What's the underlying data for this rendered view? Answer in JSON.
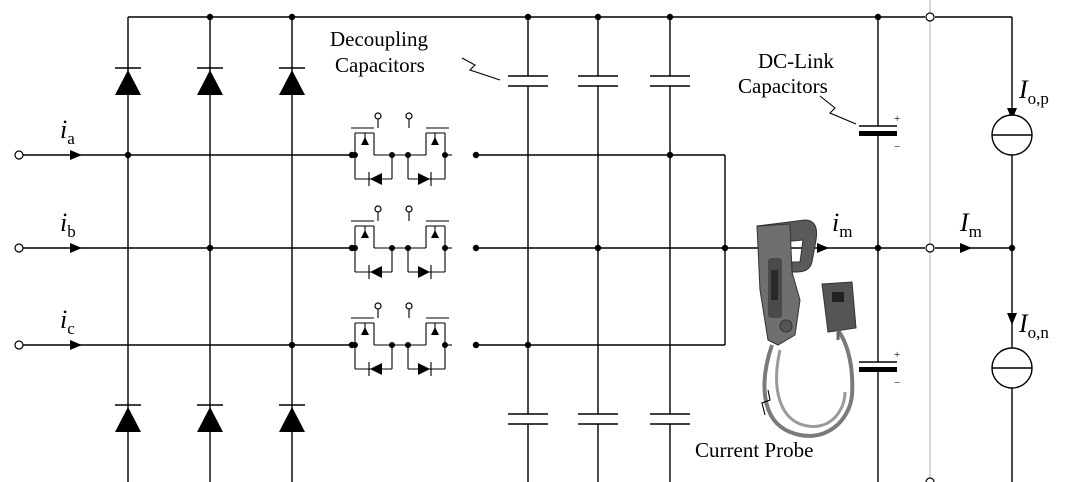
{
  "labels": {
    "decoupling_line1": "Decoupling",
    "decoupling_line2": "Capacitors",
    "dclink_line1": "DC-Link",
    "dclink_line2": "Capacitors",
    "current_probe": "Current Probe"
  },
  "symbols": {
    "ia": {
      "main": "i",
      "sub": "a"
    },
    "ib": {
      "main": "i",
      "sub": "b"
    },
    "ic": {
      "main": "i",
      "sub": "c"
    },
    "im": {
      "main": "i",
      "sub": "m"
    },
    "Im": {
      "main": "I",
      "sub": "m"
    },
    "Iop": {
      "main": "I",
      "sub": "o,p"
    },
    "Ion": {
      "main": "I",
      "sub": "o,n"
    }
  },
  "polarity": {
    "plus": "+",
    "minus": "−"
  },
  "colors": {
    "line": "#000000",
    "separator": "#bdbdbd",
    "probe_body": "#6f6f6f"
  }
}
